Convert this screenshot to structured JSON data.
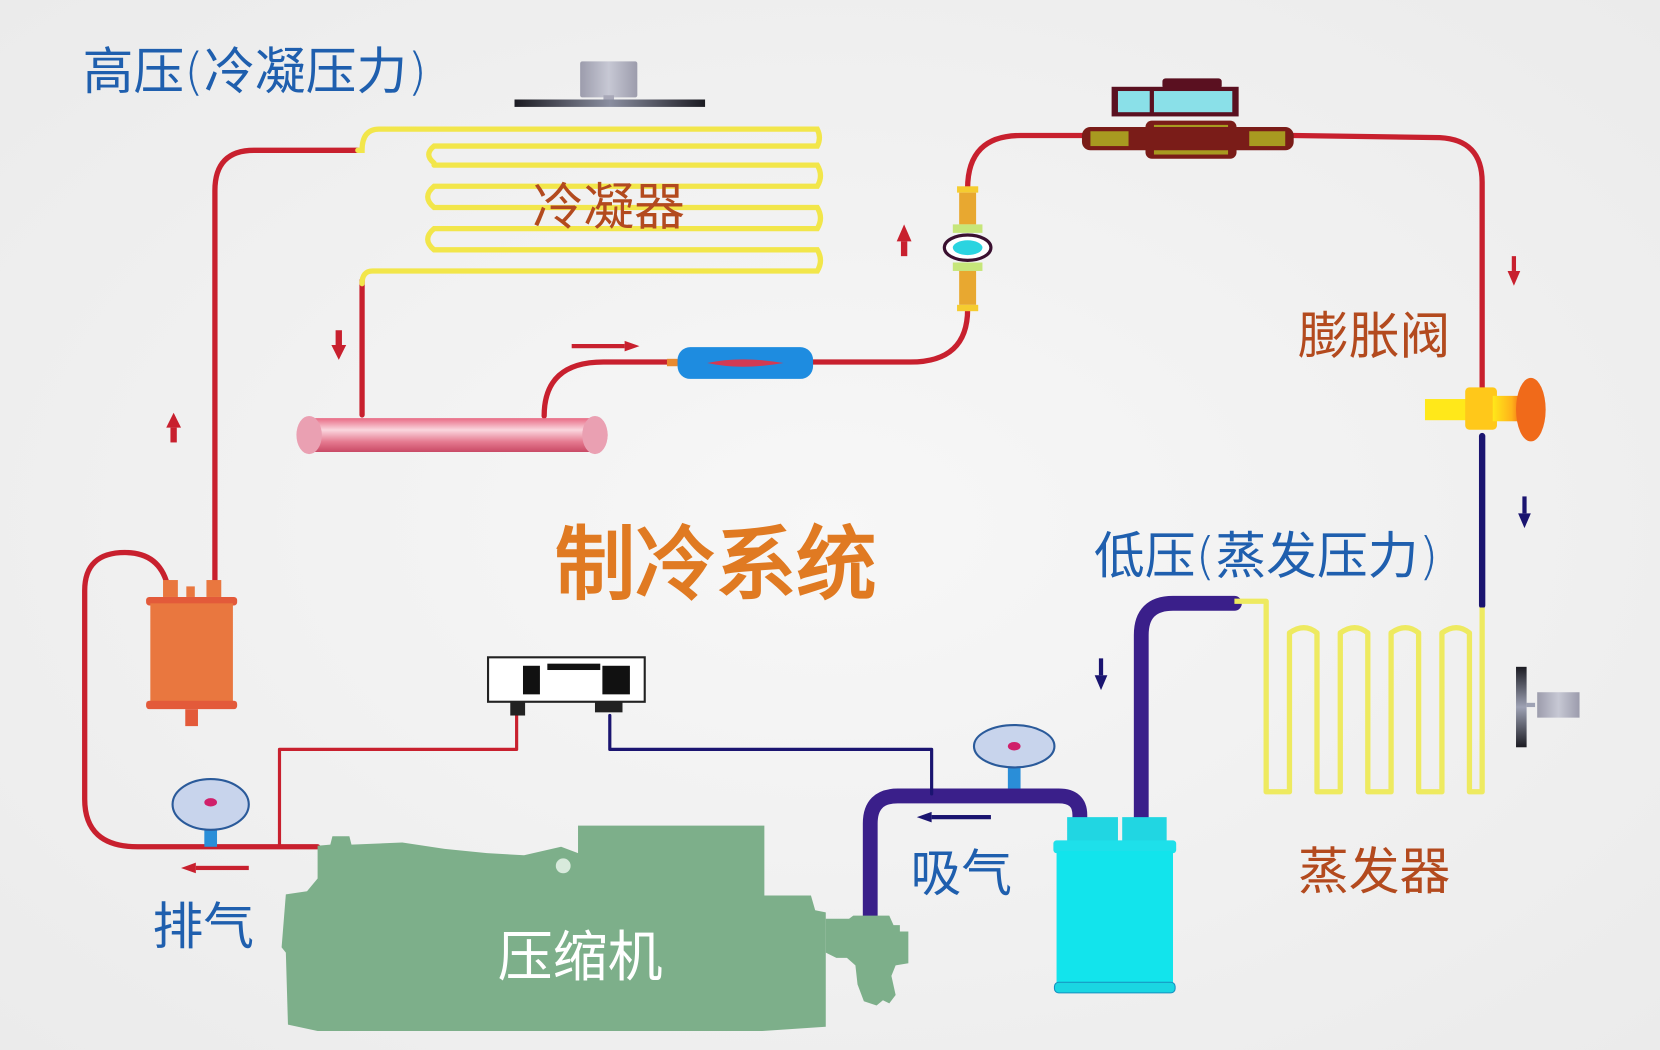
{
  "title": "制冷系统",
  "labels": {
    "high_pressure": "高压(冷凝压力)",
    "low_pressure": "低压(蒸发压力)",
    "condenser": "冷凝器",
    "expansion_valve": "膨胀阀",
    "evaporator": "蒸发器",
    "compressor": "压缩机",
    "discharge": "排气",
    "suction": "吸气"
  },
  "colors": {
    "high_pressure_pipe": "#c8202e",
    "low_pressure_pipe": "#3a1f8a",
    "coil": "#f2e64a",
    "compressor": "#7daf8a",
    "receiver": "#e9773f",
    "accumulator": "#19e3ea",
    "title": "#e07a22",
    "label_blue": "#1f5fae",
    "label_brown": "#b34a1e"
  },
  "flow_arrows": [
    {
      "location": "condenser-outlet",
      "direction": "down",
      "side": "high"
    },
    {
      "location": "discharge-riser",
      "direction": "up",
      "side": "high"
    },
    {
      "location": "receiver-to-filter",
      "direction": "right",
      "side": "high"
    },
    {
      "location": "sight-glass",
      "direction": "up",
      "side": "high"
    },
    {
      "location": "liquid-line-right",
      "direction": "down",
      "side": "high"
    },
    {
      "location": "after-expansion-valve",
      "direction": "down",
      "side": "low"
    },
    {
      "location": "evaporator-to-accumulator",
      "direction": "down",
      "side": "low"
    },
    {
      "location": "suction-line",
      "direction": "left",
      "side": "low"
    },
    {
      "location": "discharge-line",
      "direction": "left",
      "side": "high"
    }
  ]
}
